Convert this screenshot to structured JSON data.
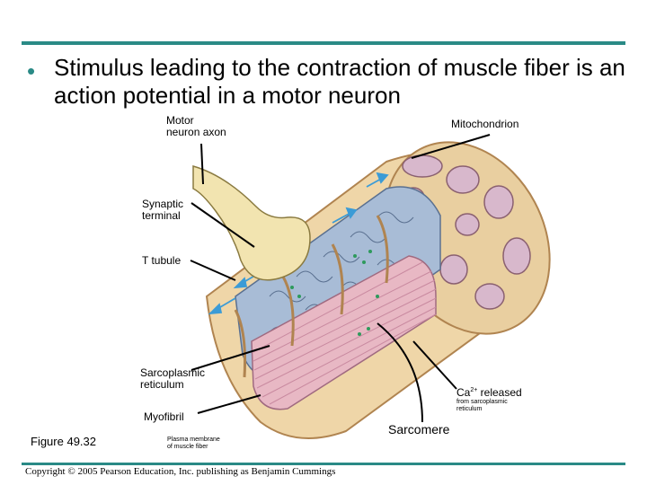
{
  "slide": {
    "bullet": "•",
    "title": "Stimulus leading to the contraction of muscle fiber is an action potential in a motor neuron",
    "figure_label": "Figure 49.32",
    "copyright": "Copyright © 2005 Pearson Education, Inc. publishing as Benjamin Cummings"
  },
  "labels": {
    "motor_neuron_axon_1": "Motor",
    "motor_neuron_axon_2": "neuron axon",
    "mitochondrion": "Mitochondrion",
    "synaptic_terminal_1": "Synaptic",
    "synaptic_terminal_2": "terminal",
    "t_tubule": "T tubule",
    "sarcoplasmic_reticulum_1": "Sarcoplasmic",
    "sarcoplasmic_reticulum_2": "reticulum",
    "myofibril": "Myofibril",
    "plasma_membrane_1": "Plasma membrane",
    "plasma_membrane_2": "of muscle fiber",
    "ca_base": "Ca",
    "ca_sup": "2+",
    "ca_rest": " released",
    "ca_from_1": "from sarcoplasmic",
    "ca_from_2": "reticulum",
    "sarcomere": "Sarcomere"
  },
  "colors": {
    "accent": "#2a8a86",
    "fiber": "#efd6a8",
    "fiber_edge": "#b08450",
    "myofibril": "#e8b8c4",
    "myofibril_stripe": "#c98aa0",
    "reticulum": "#a8bcd6",
    "mito": "#d8b8cc",
    "neuron": "#f2e4b0",
    "arrow": "#3b9bd6"
  }
}
